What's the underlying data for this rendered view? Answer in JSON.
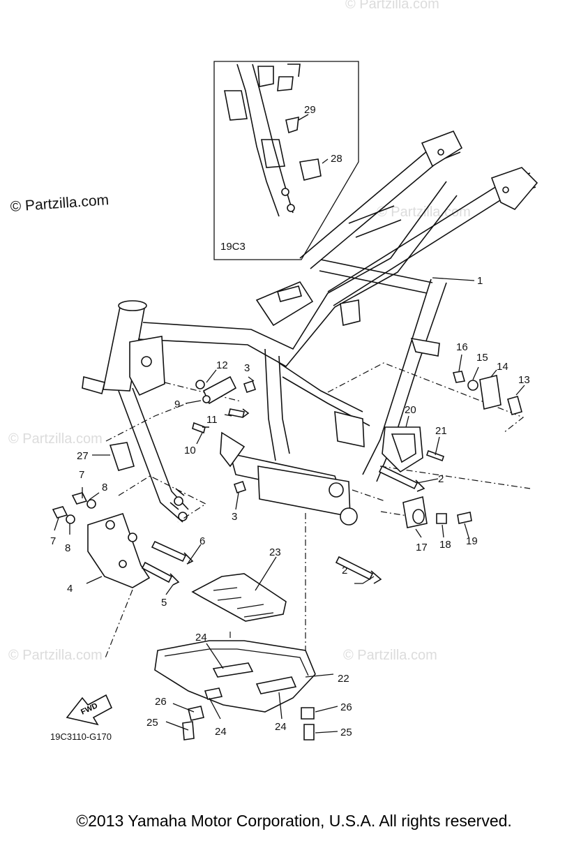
{
  "watermark": {
    "main": "© Partzilla.com",
    "faint": "© Partzilla.com"
  },
  "inset": {
    "label": "19C3"
  },
  "diagram_code": "19C3110-G170",
  "fwd_label": "FWD",
  "copyright": "©2013 Yamaha Motor Corporation, U.S.A. All rights reserved.",
  "callouts": {
    "c1": "1",
    "c2a": "2",
    "c2b": "2",
    "c3a": "3",
    "c3b": "3",
    "c4": "4",
    "c5": "5",
    "c6": "6",
    "c7a": "7",
    "c7b": "7",
    "c8a": "8",
    "c8b": "8",
    "c9": "9",
    "c10": "10",
    "c11": "11",
    "c12": "12",
    "c13": "13",
    "c14": "14",
    "c15": "15",
    "c16": "16",
    "c17": "17",
    "c18": "18",
    "c19": "19",
    "c20": "20",
    "c21": "21",
    "c22": "22",
    "c23": "23",
    "c24a": "24",
    "c24b": "24",
    "c24c": "24",
    "c25a": "25",
    "c25b": "25",
    "c26a": "26",
    "c26b": "26",
    "c27": "27",
    "c28": "28",
    "c29": "29"
  },
  "colors": {
    "line": "#111111",
    "watermark": "#dcdcdc",
    "background": "#ffffff"
  }
}
